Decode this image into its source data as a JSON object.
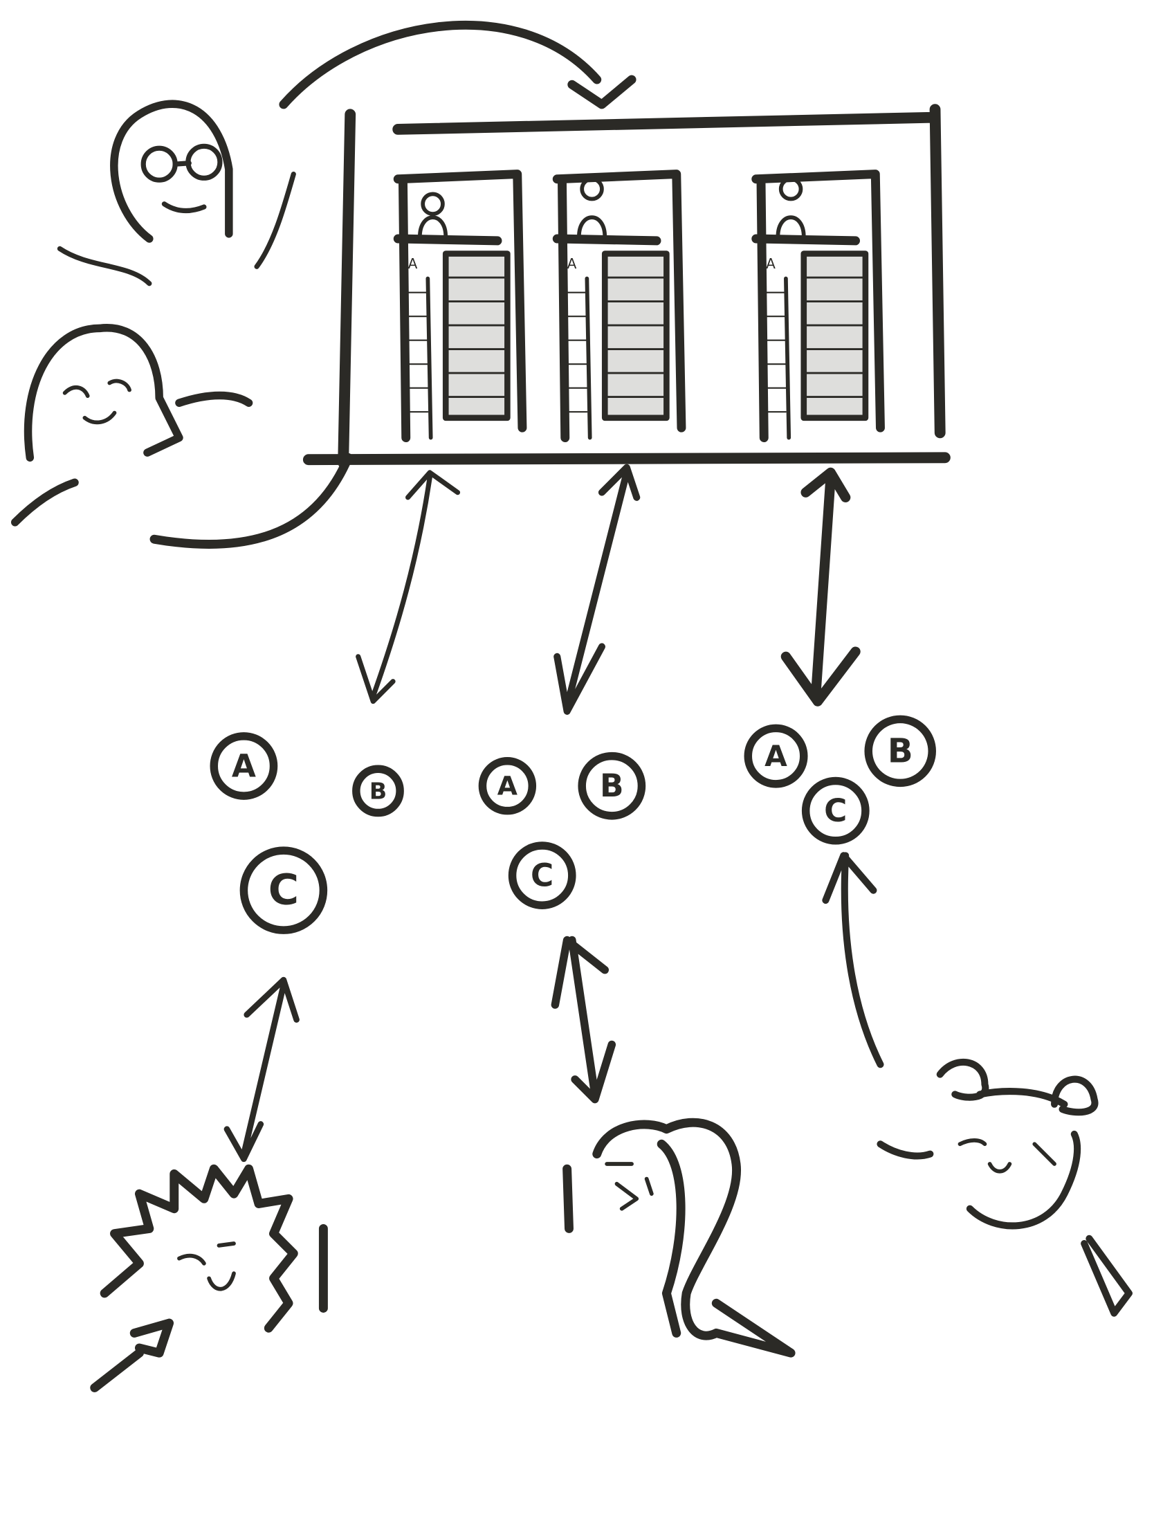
{
  "diagram": {
    "colors": {
      "ink": "#2b2a26",
      "shade": "#c8c8c4",
      "background": "#ffffff"
    },
    "panels": [
      {
        "label": "A"
      },
      {
        "label": "A"
      },
      {
        "label": "A"
      }
    ],
    "groups": [
      {
        "a": "A",
        "b": "B",
        "c": "C"
      },
      {
        "a": "A",
        "b": "B",
        "c": "C"
      },
      {
        "a": "A",
        "b": "B",
        "c": "C"
      }
    ]
  }
}
